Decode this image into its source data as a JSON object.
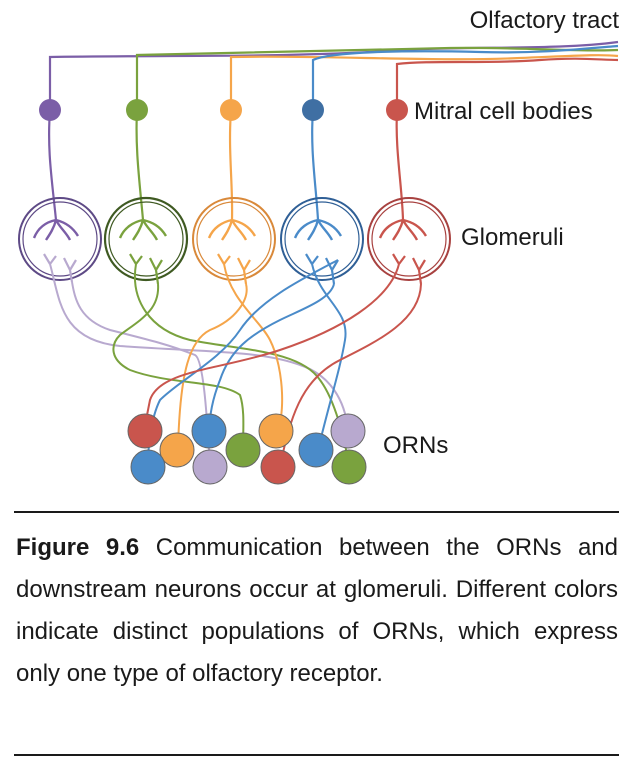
{
  "labels": {
    "olfactory_tract": "Olfactory tract",
    "mitral_cell_bodies": "Mitral cell bodies",
    "glomeruli": "Glomeruli",
    "orns": "ORNs"
  },
  "caption": {
    "figure_number": "Figure 9.6",
    "text": "Communication between the ORNs and downstream neurons occur at glomeruli. Different colors indicate distinct populations of ORNs, which express only one type of olfactory receptor."
  },
  "colors": {
    "purple": "#7b5ea7",
    "green": "#7aa23e",
    "orange": "#f5a54a",
    "blue": "#4a8bc9",
    "red": "#c9554d",
    "light_purple": "#b8a9cf",
    "dark_green": "#4b6b2a"
  }
}
